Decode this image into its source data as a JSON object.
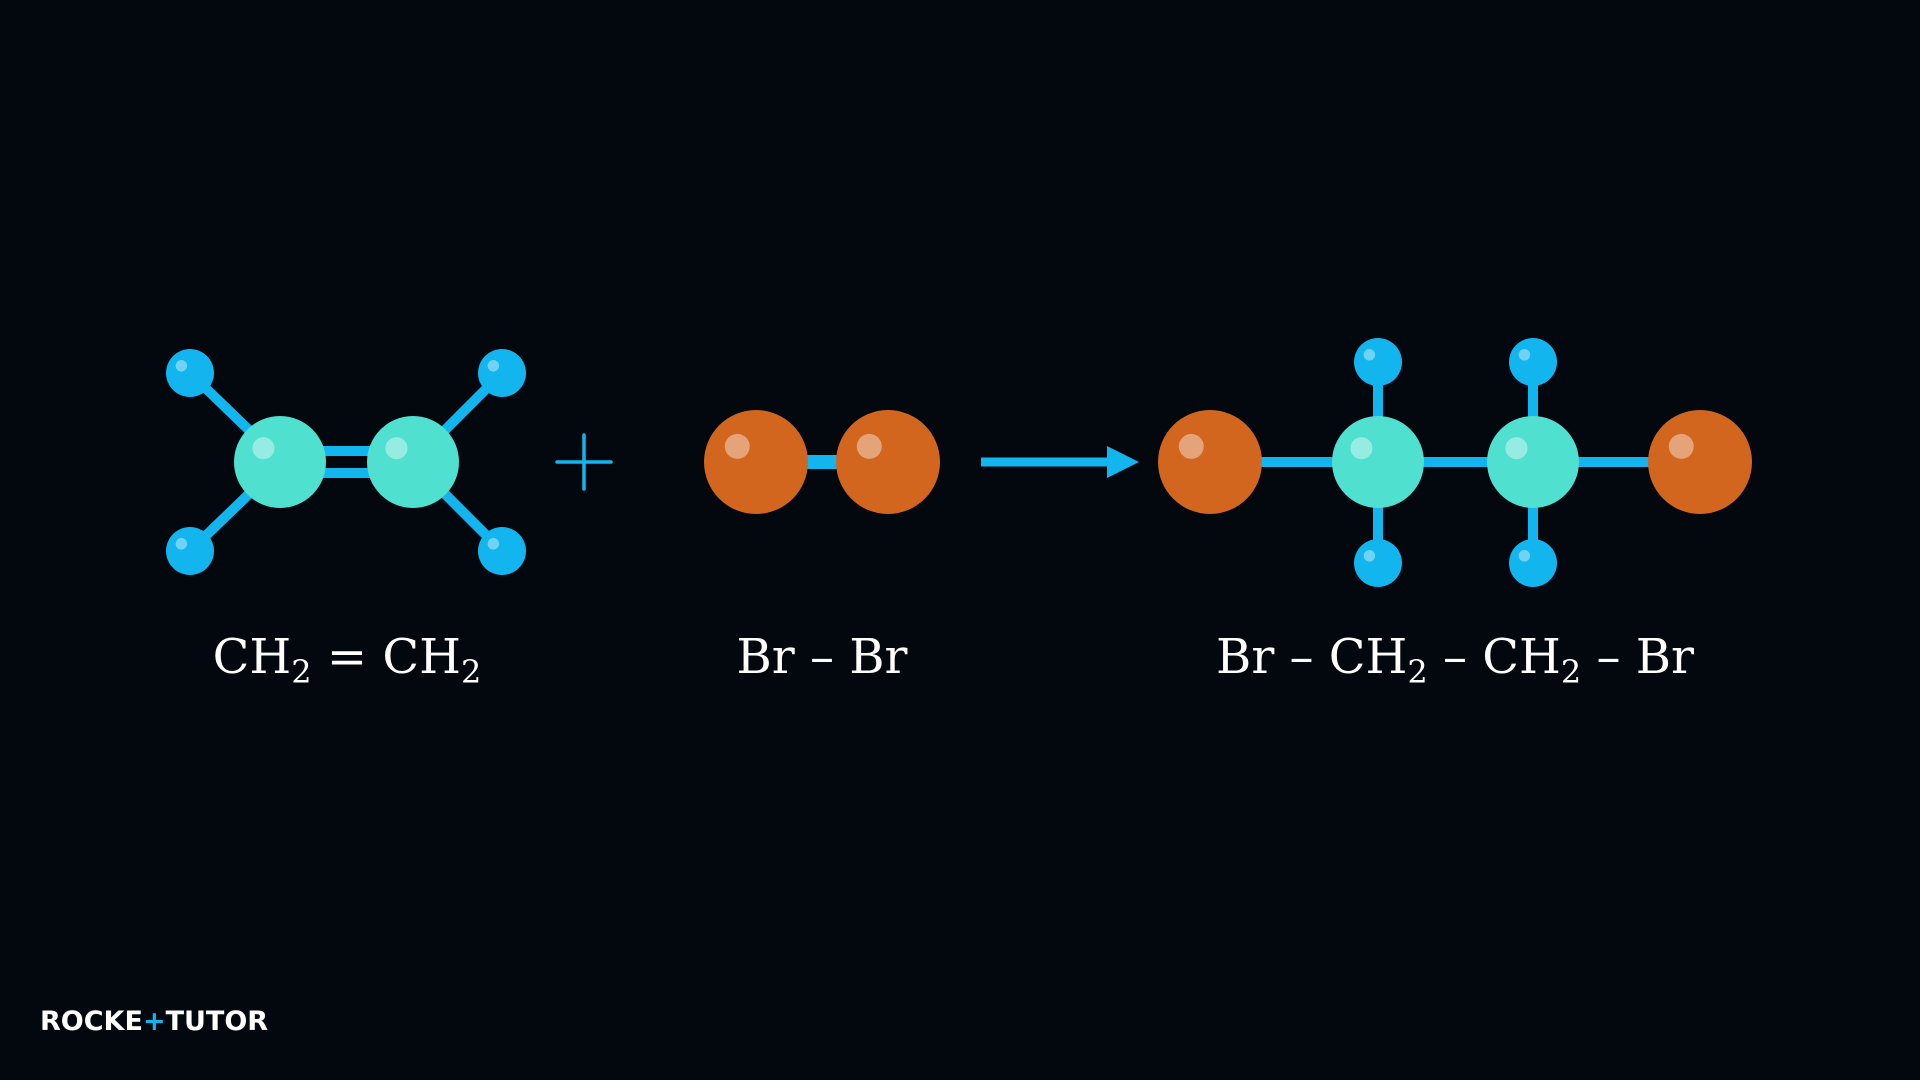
{
  "colors": {
    "background": "#02080e",
    "bond": "#12b5ee",
    "hydrogen": "#12b5ee",
    "carbon": "#50e0cf",
    "bromine": "#d2661e",
    "text": "#ffffff"
  },
  "reaction": {
    "reactant1": {
      "name": "ethene-molecule",
      "formula_parts": [
        "CH",
        "2",
        " = CH",
        "2"
      ]
    },
    "operator": "+",
    "reactant2": {
      "name": "bromine-molecule",
      "formula_parts": [
        "Br – Br"
      ]
    },
    "product": {
      "name": "dibromoethane-molecule",
      "formula_parts": [
        "Br – CH",
        "2",
        " – CH",
        "2",
        " – Br"
      ]
    }
  },
  "logo": {
    "part1": "ROCKE",
    "plus": "+",
    "part2": "TUTO",
    "part3": "R"
  }
}
